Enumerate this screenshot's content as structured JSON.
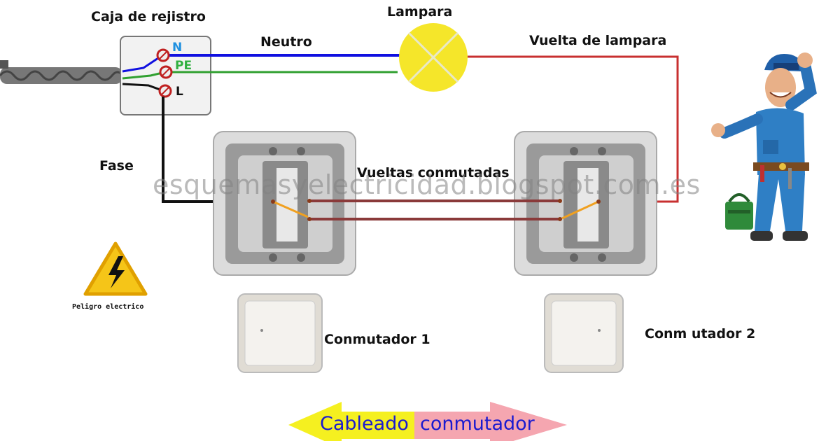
{
  "labels": {
    "junction_box": "Caja de rejistro",
    "lamp": "Lampara",
    "neutral": "Neutro",
    "lamp_return": "Vuelta de lampara",
    "phase": "Fase",
    "switched_returns": "Vueltas conmutadas",
    "switch1": "Conmutador 1",
    "switch2": "Conm utador 2",
    "danger": "Peligro electrico"
  },
  "terminals": {
    "n": "N",
    "pe": "PE",
    "l": "L"
  },
  "watermark": "esquemasyelectricidad.blogspot.com.es",
  "banner": {
    "left": "Cableado",
    "right": "conmutador"
  },
  "colors": {
    "neutral_wire": "#1010e0",
    "earth_wire": "#30a030",
    "phase_wire": "#111111",
    "return_wire": "#c83030",
    "switched_wire": "#8a3a3a",
    "bridge_wire": "#f0a020",
    "lamp_fill": "#f5e62a",
    "neutral_text": "#1e90e0",
    "pe_text": "#30b040",
    "banner_left": "#f5f020",
    "banner_right": "#f5a6b0",
    "banner_text": "#1a1ad0"
  }
}
